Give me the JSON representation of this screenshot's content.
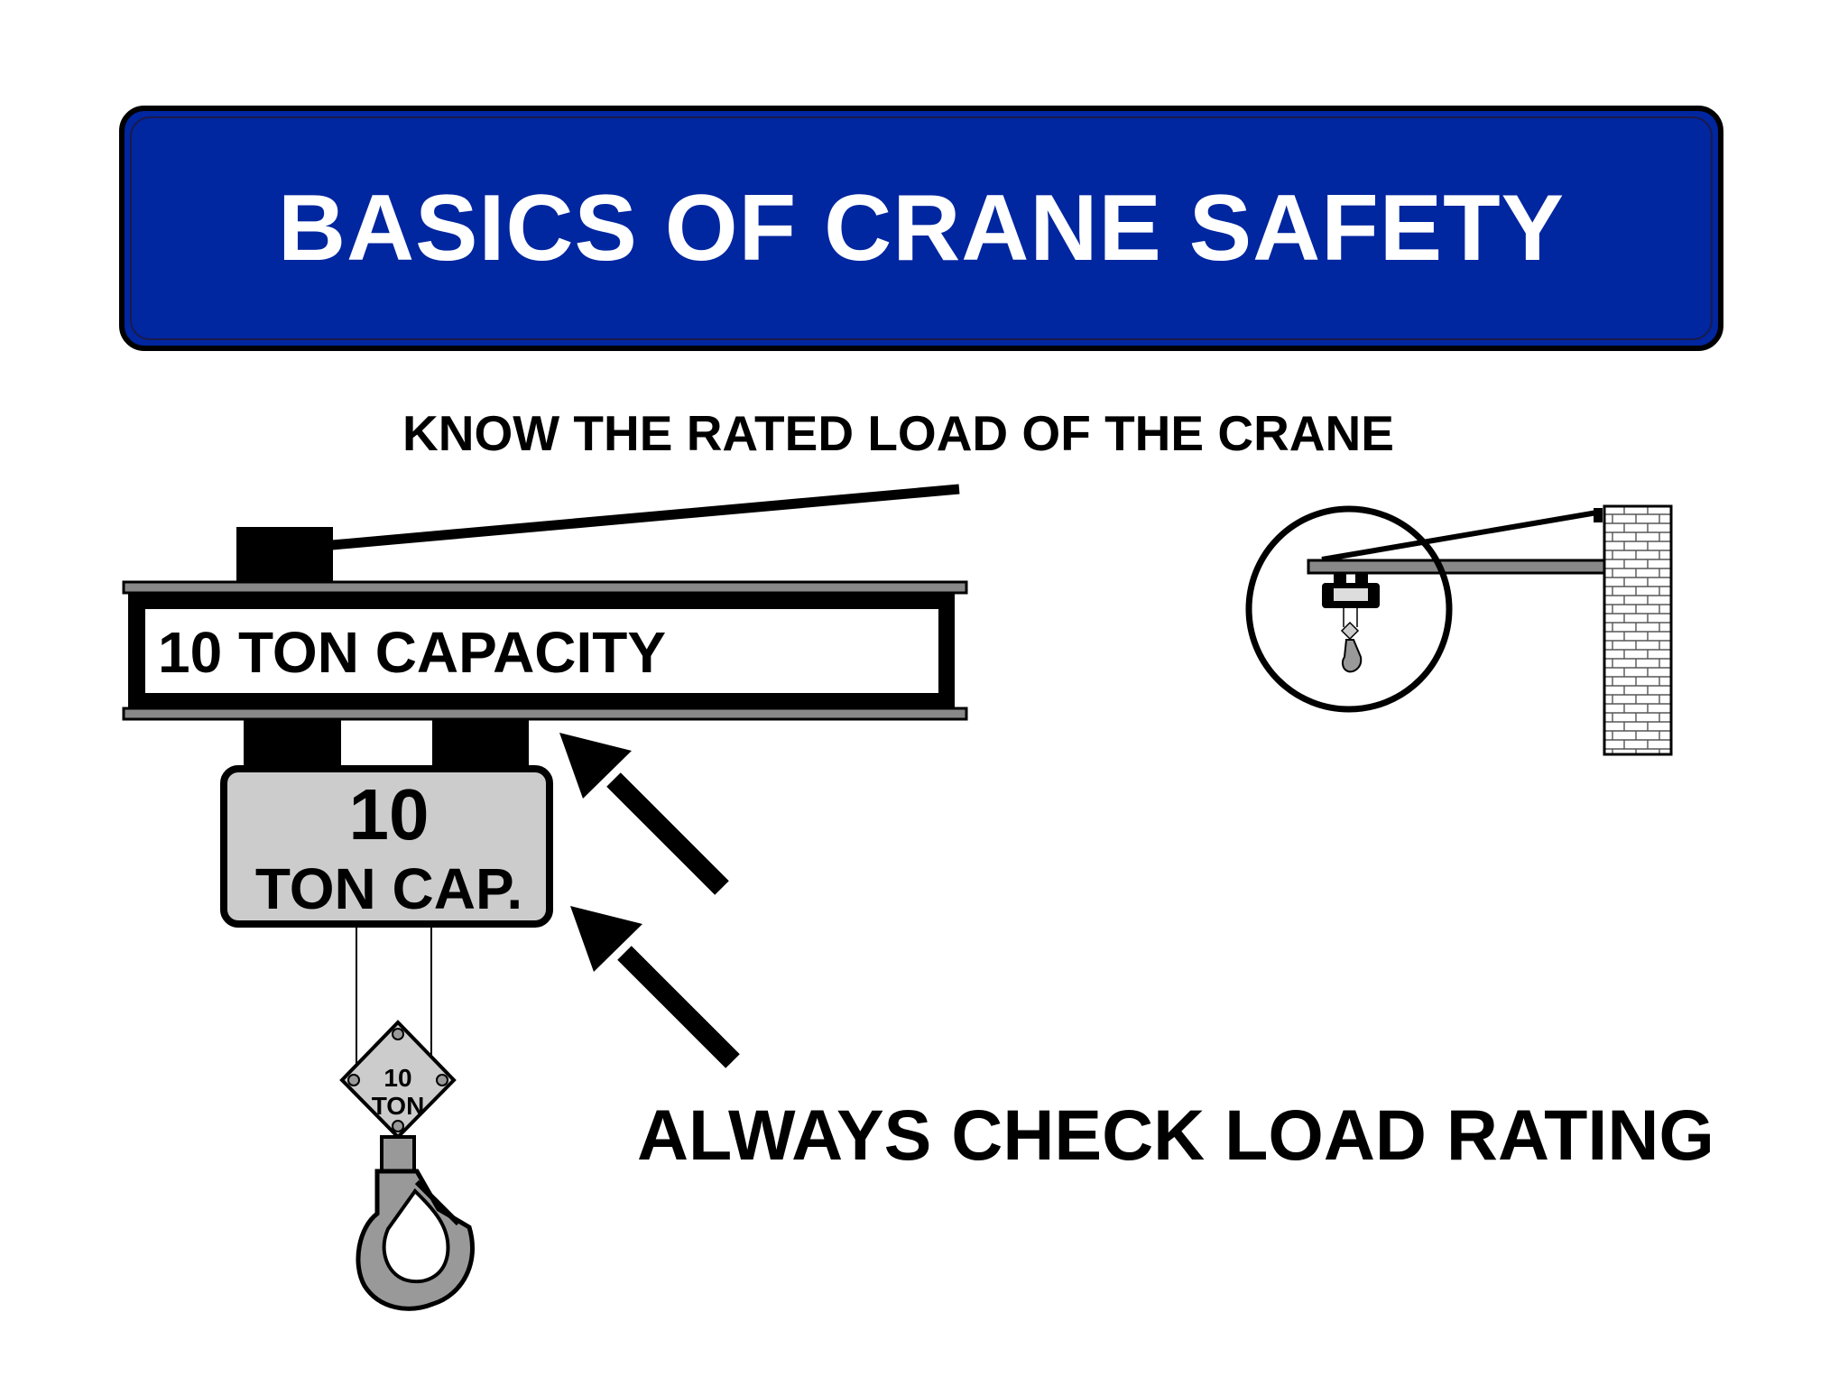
{
  "banner": {
    "title": "BASICS OF CRANE SAFETY",
    "background_color": "#0026a0"
  },
  "subtitle": "KNOW THE RATED LOAD OF THE CRANE",
  "beam_sign": {
    "text": "10 TON CAPACITY"
  },
  "hoist_plate": {
    "number": "10",
    "text": "TON CAP."
  },
  "hook_tag": {
    "number": "10",
    "unit": "TON"
  },
  "callout": "ALWAYS CHECK LOAD RATING",
  "icons": [
    "crane-beam-icon",
    "hoist-icon",
    "hook-icon",
    "arrow-icon",
    "jib-crane-icon",
    "brick-wall-icon"
  ]
}
